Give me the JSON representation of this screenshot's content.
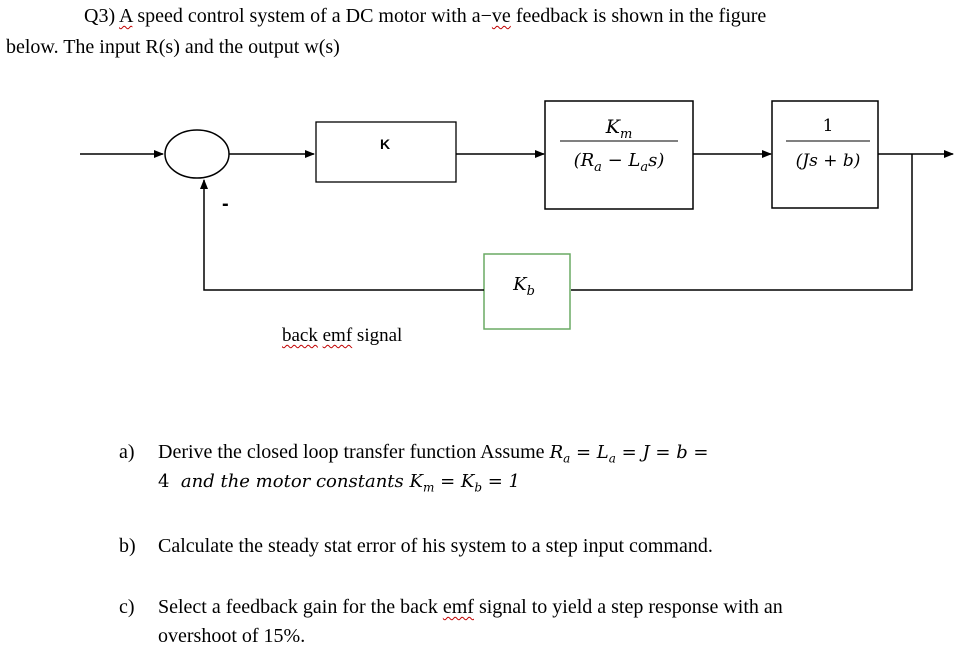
{
  "question": {
    "label": "Q3)",
    "word_a": "A",
    "line1_rest": "speed control system of a DC motor with a",
    "neg_prefix": "−",
    "neg_word": "ve",
    "line1_end": "feedback is shown in the figure",
    "line2": "below. The input R(s) and the output w(s)"
  },
  "diagram": {
    "block_k": "K",
    "block_motor_num": "K",
    "block_motor_num_sub": "m",
    "block_motor_den_open": "(R",
    "block_motor_den_sub1": "a",
    "block_motor_den_mid": " − L",
    "block_motor_den_sub2": "a",
    "block_motor_den_close": "s)",
    "block_load_num": "1",
    "block_load_den": "(Js + b)",
    "block_feedback": "K",
    "block_feedback_sub": "b",
    "minus_sign": "-",
    "back_label_word1": "back",
    "back_label_word2": "emf",
    "back_label_word3": "signal"
  },
  "questions": {
    "a_letter": "a)",
    "a_line1": "Derive the closed loop transfer function Assume",
    "a_eq1": "R",
    "a_eq1_sub": "a",
    "a_eq2": " = L",
    "a_eq2_sub": "a",
    "a_eq3": " = J = b =",
    "a_line2_num": "4",
    "a_line2_text": "and the motor constants",
    "a_line2_km": "K",
    "a_line2_km_sub": "m",
    "a_line2_eq": " = K",
    "a_line2_kb_sub": "b",
    "a_line2_end": " = 1",
    "b_letter": "b)",
    "b_text": "Calculate the steady stat error of his system to a step input command.",
    "c_letter": "c)",
    "c_line1_start": "Select a feedback gain for the back",
    "c_line1_word": "emf",
    "c_line1_end": "signal to yield a step response with an",
    "c_line2": "overshoot of 15%."
  },
  "colors": {
    "feedback_block_border": "#6aaa64",
    "spell_underline": "#c00000"
  }
}
